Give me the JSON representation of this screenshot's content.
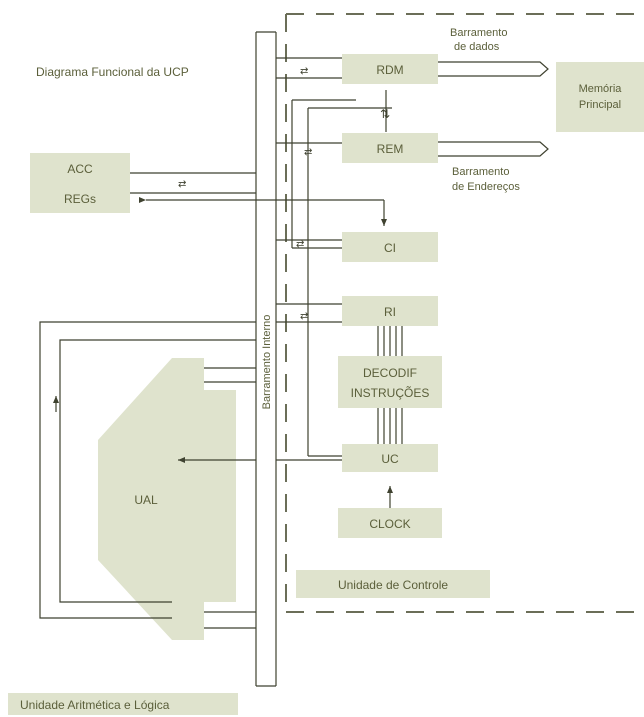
{
  "diagram": {
    "title": "Diagrama Funcional da UCP",
    "colors": {
      "box_fill": "#dfe3cd",
      "text": "#5b5f3a",
      "line": "#3f4230",
      "dash": "#6b6e58"
    },
    "registers": {
      "acc": "ACC",
      "regs": "REGs"
    },
    "bus": {
      "internal": "Barramento Interno"
    },
    "blocks": {
      "rdm": "RDM",
      "rem": "REM",
      "ci": "CI",
      "ri": "RI",
      "decoder_line1": "DECODIF",
      "decoder_line2": "INSTRUÇÕES",
      "uc": "UC",
      "clock": "CLOCK",
      "memory_line1": "Memória",
      "memory_line2": "Principal",
      "ual": "UAL"
    },
    "data_bus": {
      "line1": "Barramento",
      "line2": "de dados"
    },
    "address_bus": {
      "line1": "Barramento",
      "line2": "de Endereços"
    },
    "control_unit_label": "Unidade de Controle",
    "alu_label": "Unidade Aritmética e Lógica"
  }
}
